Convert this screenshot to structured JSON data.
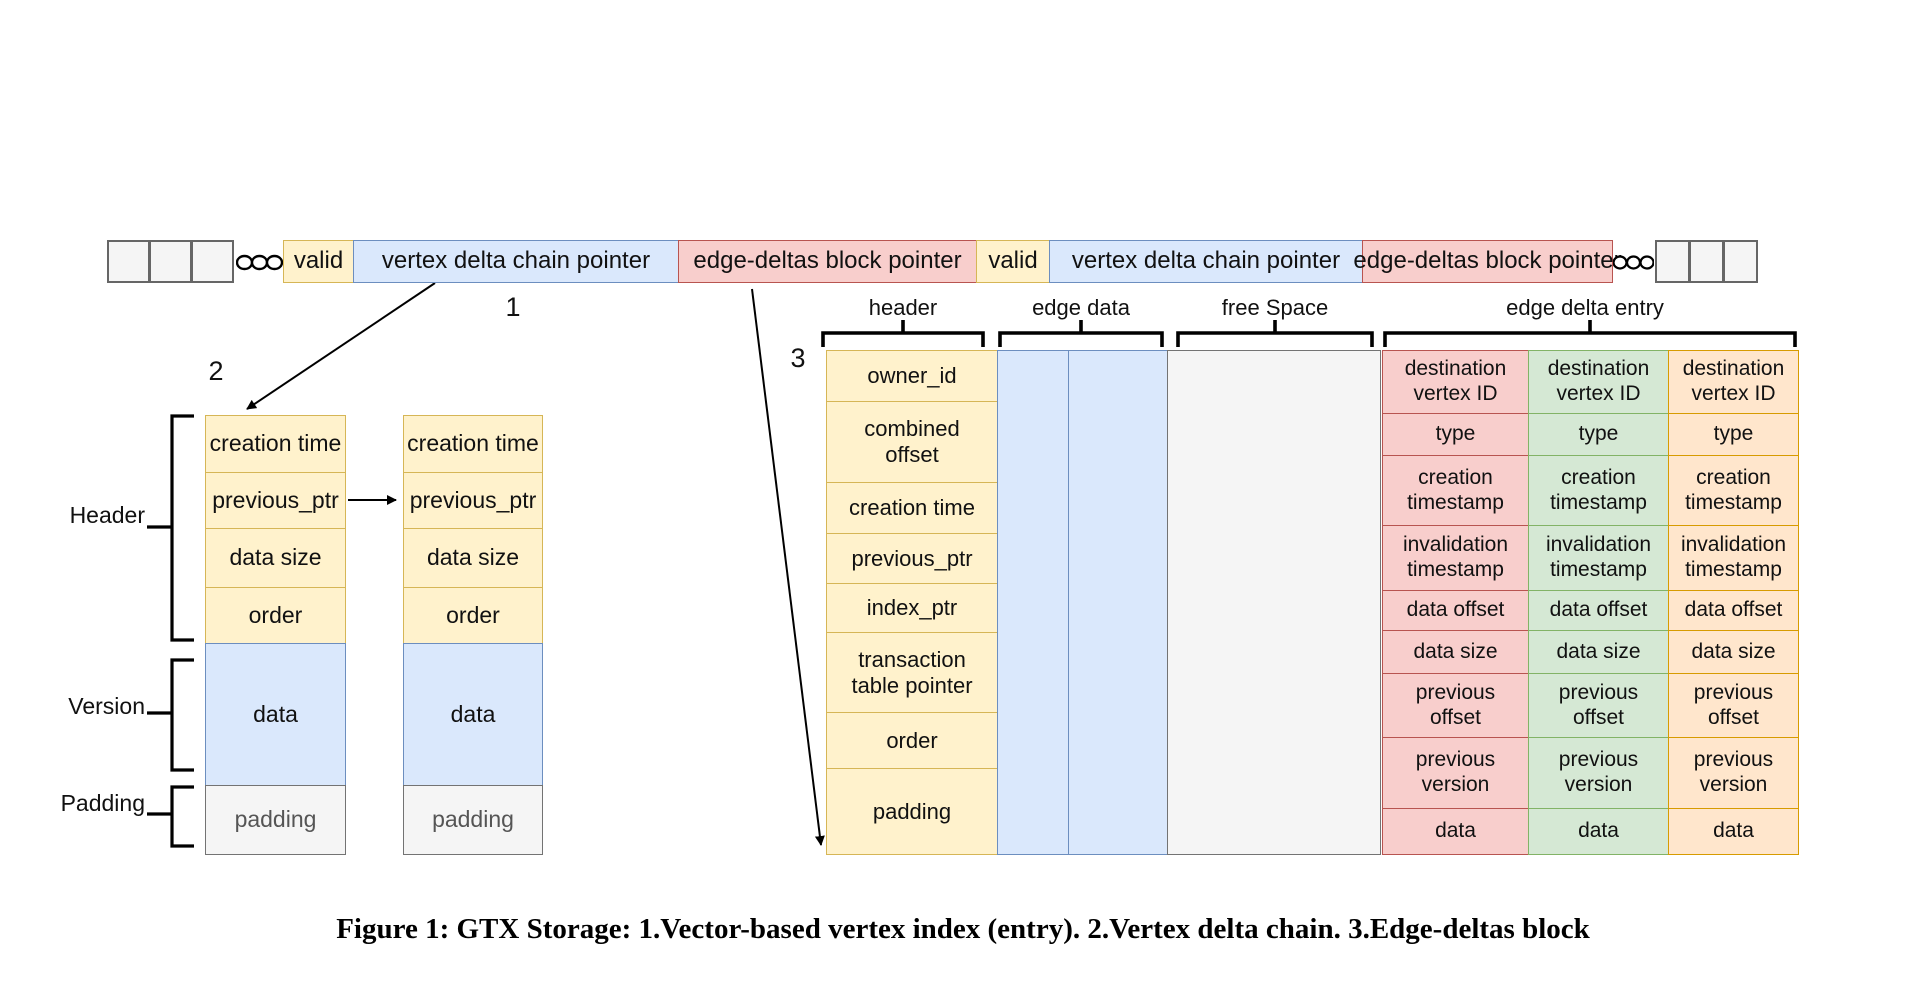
{
  "caption": "Figure 1: GTX Storage: 1.Vector-based vertex index (entry). 2.Vertex delta chain. 3.Edge-deltas block",
  "colors": {
    "yellow_fill": "#FFF2CC",
    "yellow_stroke": "#D6B656",
    "blue_fill": "#DAE8FC",
    "blue_stroke": "#6C8EBF",
    "red_fill": "#F8CECC",
    "red_stroke": "#B85450",
    "green_fill": "#D5E8D4",
    "green_stroke": "#82B366",
    "orange_fill": "#FFE6CC",
    "orange_stroke": "#D79B00",
    "gray_fill": "#F5F5F5",
    "gray_stroke": "#666666"
  },
  "vertex_index": {
    "label": "1",
    "cells": [
      {
        "text": "valid"
      },
      {
        "text": "vertex delta chain pointer"
      },
      {
        "text": "edge-deltas block pointer"
      },
      {
        "text": "valid"
      },
      {
        "text": "vertex delta chain pointer"
      },
      {
        "text": "edge-deltas block pointer"
      }
    ]
  },
  "delta_chain": {
    "label": "2",
    "side_labels": {
      "header": "Header",
      "version": "Version",
      "padding": "Padding"
    },
    "rows": [
      "creation time",
      "previous_ptr",
      "data size",
      "order",
      "data",
      "padding"
    ]
  },
  "edge_block": {
    "label": "3",
    "section_labels": {
      "header": "header",
      "edge_data": "edge data",
      "free_space": "free Space",
      "edge_delta_entry": "edge delta entry"
    },
    "header_rows": [
      "owner_id",
      "combined offset",
      "creation time",
      "previous_ptr",
      "index_ptr",
      "transaction table pointer",
      "order",
      "padding"
    ],
    "entry_rows": [
      "destination vertex ID",
      "type",
      "creation timestamp",
      "invalidation timestamp",
      "data offset",
      "data size",
      "previous offset",
      "previous version",
      "data"
    ]
  }
}
